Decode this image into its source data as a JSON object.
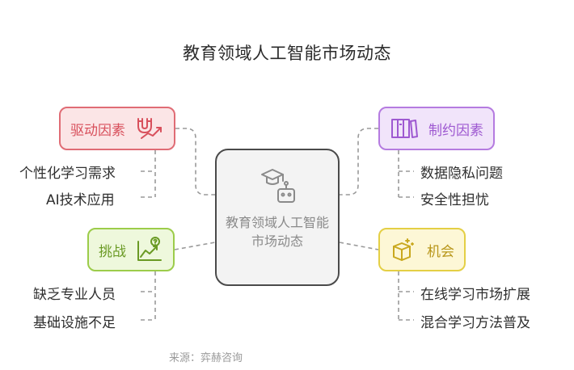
{
  "title": "教育领域人工智能市场动态",
  "center": {
    "label": "教育领域人工智能市场动态",
    "icon": "graduate-robot-icon"
  },
  "drivers": {
    "label": "驱动因素",
    "icon": "magnet-trend-icon",
    "color": "#d8505c",
    "items": [
      "个性化学习需求",
      "AI技术应用"
    ]
  },
  "constraints": {
    "label": "制约因素",
    "icon": "books-icon",
    "color": "#9e59d1",
    "items": [
      "数据隐私问题",
      "安全性担忧"
    ]
  },
  "challenges": {
    "label": "挑战",
    "icon": "chart-question-icon",
    "color": "#6a9a24",
    "items": [
      "缺乏专业人员",
      "基础设施不足"
    ]
  },
  "opportunities": {
    "label": "机会",
    "icon": "box-sparkle-icon",
    "color": "#b8961a",
    "items": [
      "在线学习市场扩展",
      "混合学习方法普及"
    ]
  },
  "source": "来源：弈赫咨询"
}
